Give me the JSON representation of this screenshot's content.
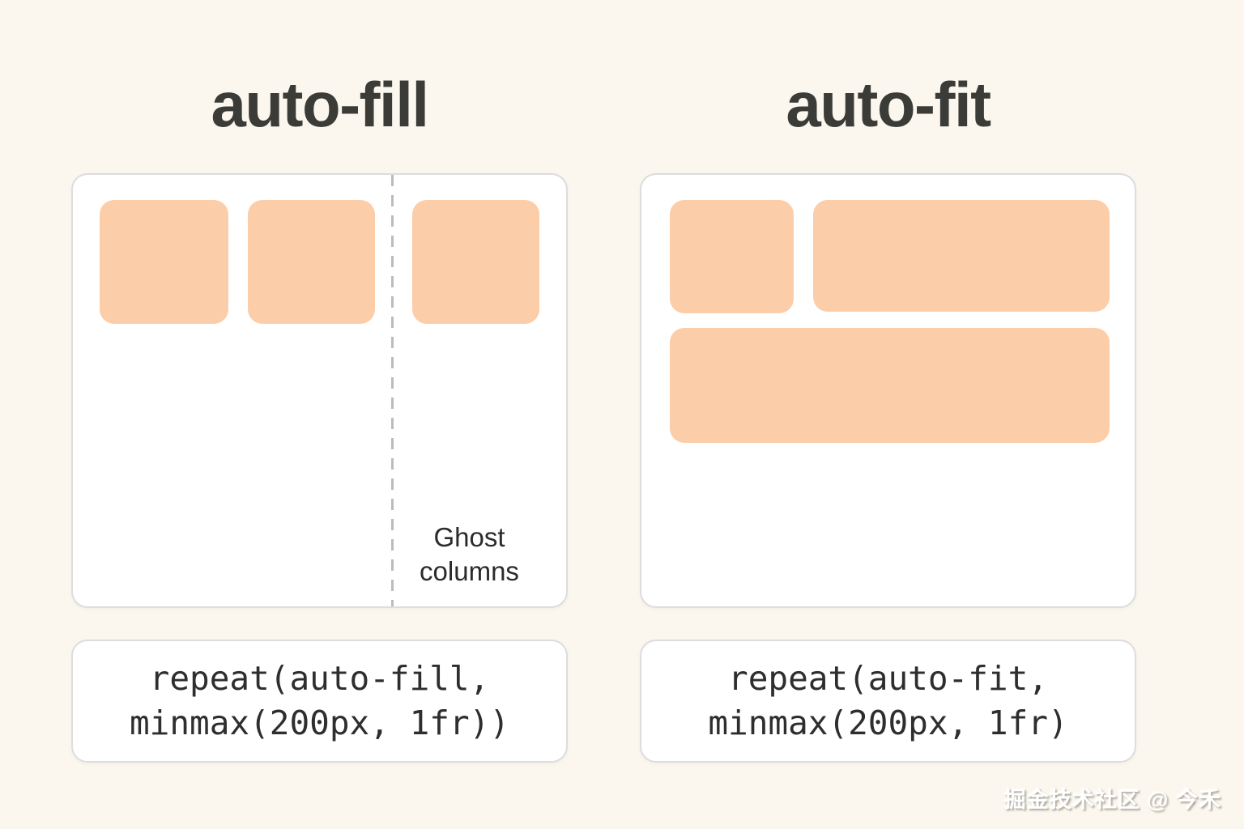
{
  "page": {
    "background_color": "#fbf7ee",
    "watermark_text": "掘金技术社区 @ 今禾"
  },
  "colors": {
    "item_fill": "#fccda9",
    "panel_background": "#ffffff",
    "panel_border": "#dcdce1",
    "dashed_divider": "#bcbcbc",
    "title_text": "#3b3b38",
    "body_text": "#2b2b2b",
    "code_text": "#2e2e2e",
    "watermark_color": "#ffffff"
  },
  "auto_fill": {
    "title": "auto-fill",
    "grid_item_count": 3,
    "ghost_lines": [
      "Ghost",
      "columns"
    ],
    "code_lines": [
      "repeat(auto-fill,",
      "minmax(200px, 1fr))"
    ]
  },
  "auto_fit": {
    "title": "auto-fit",
    "grid_item_count": 3,
    "code_lines": [
      "repeat(auto-fit,",
      "minmax(200px, 1fr)"
    ]
  }
}
